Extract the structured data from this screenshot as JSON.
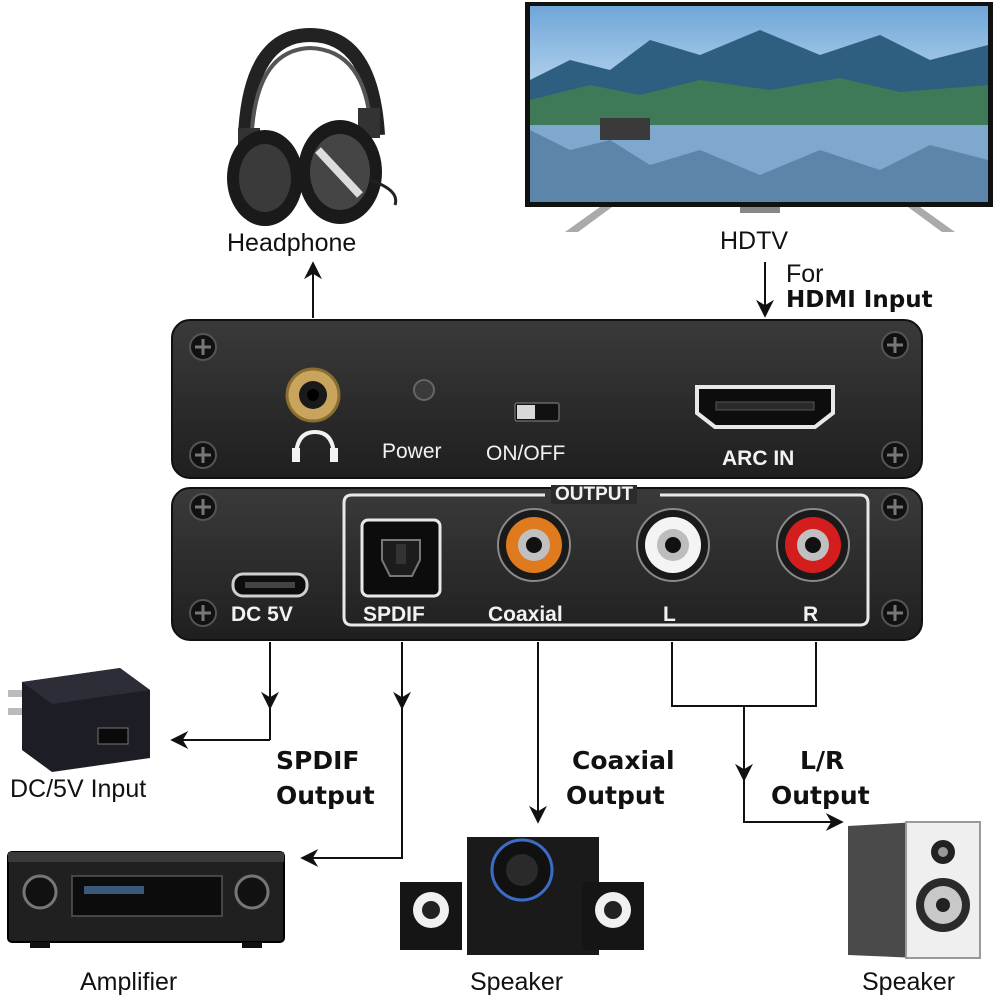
{
  "labels": {
    "headphone": "Headphone",
    "hdtv": "HDTV",
    "for_line": "For",
    "hdmi_input": "HDMI Input",
    "dc5v_input": "DC/5V Input",
    "spdif_output_1": "SPDIF",
    "spdif_output_2": "Output",
    "coaxial_output_1": "Coaxial",
    "coaxial_output_2": "Output",
    "lr_output_1": "L/R",
    "lr_output_2": "Output",
    "amplifier": "Amplifier",
    "speaker_center": "Speaker",
    "speaker_right": "Speaker"
  },
  "device": {
    "power": "Power",
    "on_off": "ON/OFF",
    "arc_in": "ARC IN",
    "output": "OUTPUT",
    "dc_5v": "DC 5V",
    "spdif": "SPDIF",
    "coaxial": "Coaxial",
    "l": "L",
    "r": "R"
  },
  "colors": {
    "device_body": "#2b2b2b",
    "coaxial_ring": "#e07a1f",
    "left_ring": "#f4f4f4",
    "right_ring": "#d41e1e",
    "jack_gold": "#c9a45c"
  },
  "icons": [
    "headphone-icon",
    "hdtv-icon",
    "power-adapter-icon",
    "amplifier-icon",
    "speaker-set-icon",
    "bookshelf-speaker-icon"
  ]
}
